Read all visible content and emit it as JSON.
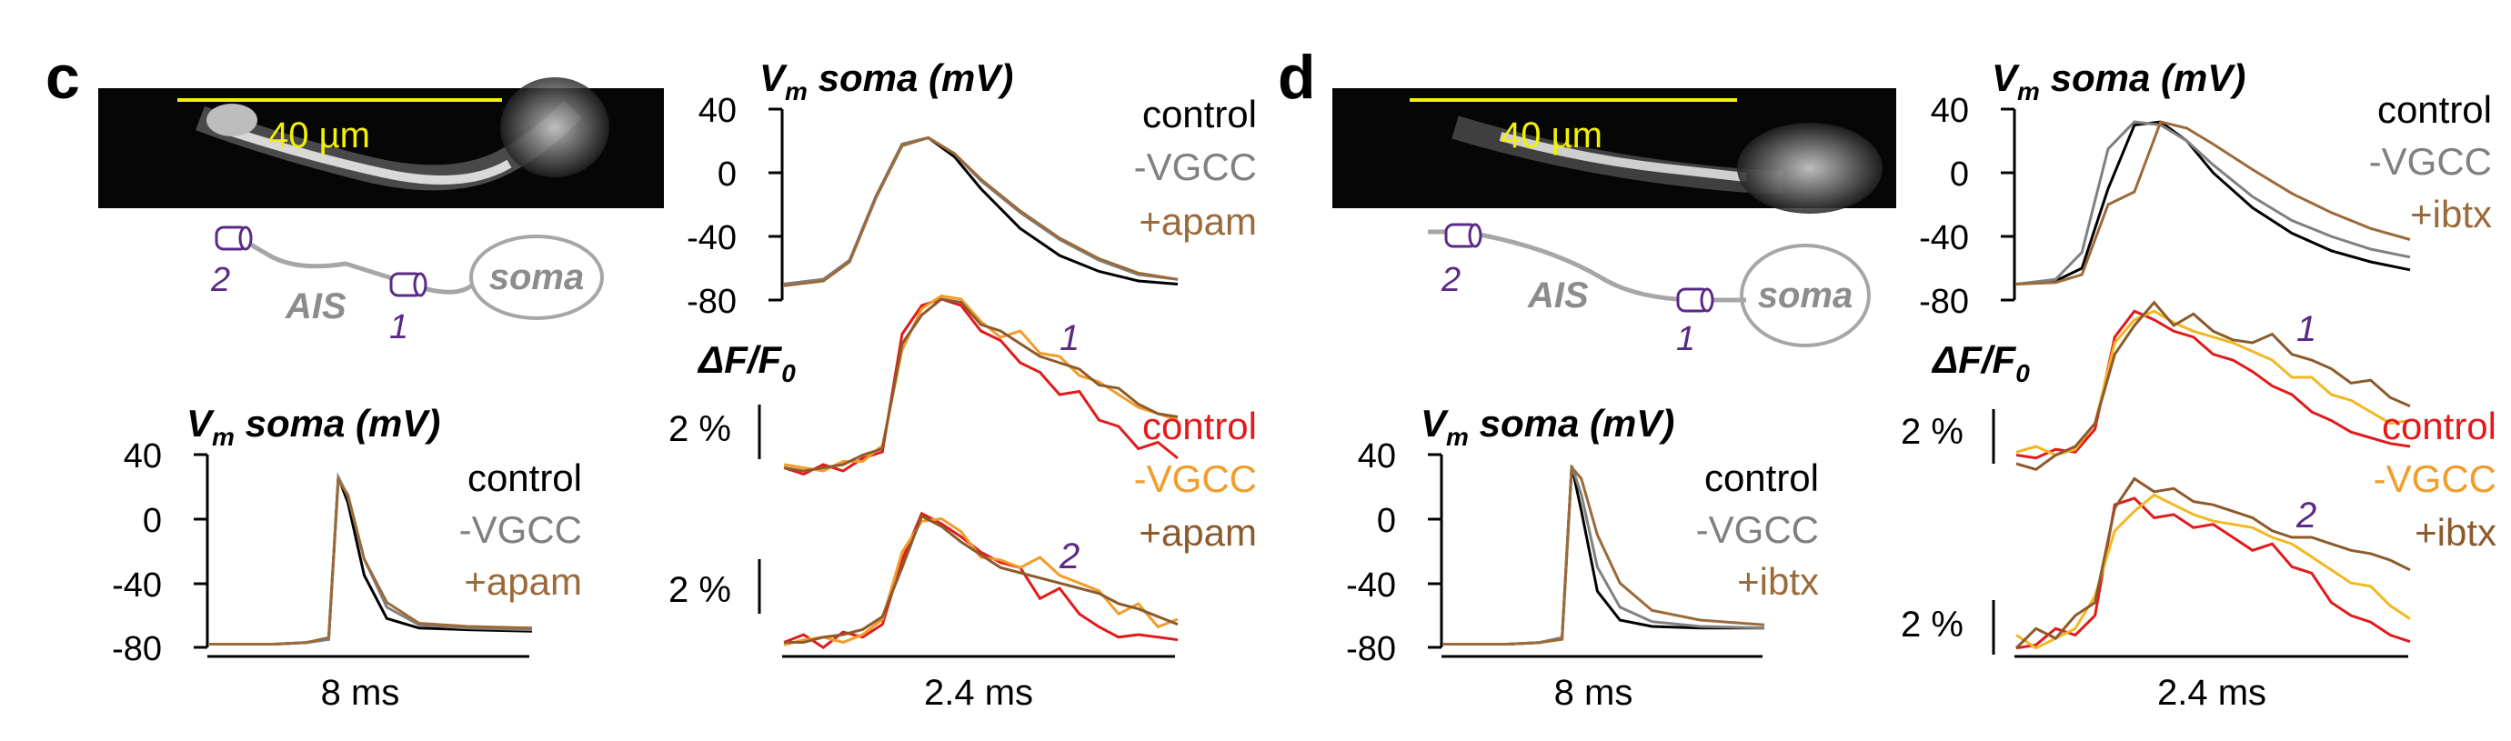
{
  "panels": [
    {
      "letter": "c",
      "scale_label": "40 µm",
      "schematic": {
        "soma": "soma",
        "ais": "AIS",
        "site1": "1",
        "site2": "2"
      },
      "vm_axis_title": "V",
      "vm_axis_sub": "m",
      "vm_axis_rest": " soma (mV)",
      "df_title": "ΔF/F",
      "df_sub": "0",
      "y_ticks": [
        "40",
        "0",
        "-40",
        "-80"
      ],
      "df_scale": "2 %",
      "time_bar_long": "8 ms",
      "time_bar_short": "2.4 ms",
      "legend": [
        "control",
        "-VGCC",
        "+apam"
      ],
      "legend_df": [
        "control",
        "-VGCC",
        "+apam"
      ]
    },
    {
      "letter": "d",
      "scale_label": "40 µm",
      "schematic": {
        "soma": "soma",
        "ais": "AIS",
        "site1": "1",
        "site2": "2"
      },
      "vm_axis_title": "V",
      "vm_axis_sub": "m",
      "vm_axis_rest": " soma (mV)",
      "df_title": "ΔF/F",
      "df_sub": "0",
      "y_ticks": [
        "40",
        "0",
        "-40",
        "-80"
      ],
      "df_scale": "2 %",
      "time_bar_long": "8 ms",
      "time_bar_short": "2.4 ms",
      "legend": [
        "control",
        "-VGCC",
        "+ibtx"
      ],
      "legend_df": [
        "control",
        "-VGCC",
        "+ibtx"
      ]
    }
  ],
  "colors": {
    "control_vm": "#000000",
    "vgcc_vm": "#808080",
    "drug_vm": "#9b6a3a",
    "control_df": "#e31a1c",
    "vgcc_df_c": "#f39c2a",
    "vgcc_df_d": "#f2b824",
    "drug_df": "#8c5a2b",
    "site": "#5b2a86",
    "scale": "#f2f200",
    "schematic": "#a6a6a6"
  },
  "chart_data": [
    {
      "type": "line",
      "id": "c_vm_long",
      "ylabel": "Vm soma (mV)",
      "ylim": [
        -80,
        40
      ],
      "x": [
        0,
        1,
        2,
        3,
        3.7,
        4,
        4.3,
        4.8,
        5.5,
        6.5,
        8,
        10
      ],
      "series": [
        {
          "name": "control",
          "values": [
            -78,
            -78,
            -78,
            -77,
            -75,
            26,
            10,
            -35,
            -62,
            -68,
            -69,
            -70
          ]
        },
        {
          "name": "-VGCC",
          "values": [
            -78,
            -78,
            -78,
            -77,
            -75,
            26,
            14,
            -25,
            -55,
            -66,
            -68,
            -69
          ]
        },
        {
          "name": "+apam",
          "values": [
            -78,
            -78,
            -78,
            -77,
            -74,
            24,
            15,
            -25,
            -52,
            -65,
            -67,
            -68
          ]
        }
      ]
    },
    {
      "type": "line",
      "id": "c_vm_short",
      "ylabel": "Vm soma (mV)",
      "ylim": [
        -80,
        40
      ],
      "x": [
        0,
        0.3,
        0.5,
        0.7,
        0.9,
        1.1,
        1.3,
        1.5,
        1.8,
        2.1,
        2.4,
        2.7,
        3.0
      ],
      "series": [
        {
          "name": "control",
          "values": [
            -70,
            -67,
            -55,
            -15,
            18,
            22,
            10,
            -10,
            -35,
            -52,
            -62,
            -68,
            -70
          ]
        },
        {
          "name": "-VGCC",
          "values": [
            -70,
            -67,
            -55,
            -15,
            18,
            22,
            12,
            -5,
            -25,
            -42,
            -55,
            -64,
            -67
          ]
        },
        {
          "name": "+apam",
          "values": [
            -71,
            -68,
            -56,
            -16,
            17,
            22,
            12,
            -4,
            -24,
            -41,
            -54,
            -63,
            -67
          ]
        }
      ]
    },
    {
      "type": "line",
      "id": "c_df_site1",
      "ylabel": "ΔF/F0 (%)",
      "ylim": [
        0,
        6
      ],
      "x": [
        0,
        0.15,
        0.3,
        0.45,
        0.6,
        0.75,
        0.9,
        1.05,
        1.2,
        1.35,
        1.5,
        1.65,
        1.8,
        1.95,
        2.1,
        2.25,
        2.4,
        2.55,
        2.7,
        2.85,
        3.0
      ],
      "series": [
        {
          "name": "control",
          "values": [
            0.3,
            0.1,
            0.4,
            0.2,
            0.6,
            0.8,
            4.5,
            5.4,
            5.6,
            5.4,
            4.6,
            4.3,
            3.6,
            3.3,
            2.6,
            2.7,
            1.8,
            1.6,
            0.9,
            1.1,
            0.6
          ]
        },
        {
          "name": "-VGCC",
          "values": [
            0.4,
            0.3,
            0.2,
            0.5,
            0.5,
            1.0,
            4.0,
            5.3,
            5.7,
            5.6,
            4.9,
            4.4,
            4.6,
            3.9,
            3.8,
            3.2,
            3.0,
            2.6,
            2.2,
            2.0,
            1.8
          ]
        },
        {
          "name": "+apam",
          "values": [
            0.3,
            0.2,
            0.3,
            0.4,
            0.7,
            0.9,
            4.2,
            5.1,
            5.6,
            5.5,
            4.8,
            4.6,
            4.2,
            3.8,
            3.6,
            3.4,
            2.9,
            2.8,
            2.3,
            2.0,
            1.9
          ]
        }
      ]
    },
    {
      "type": "line",
      "id": "c_df_site2",
      "ylabel": "ΔF/F0 (%)",
      "ylim": [
        0,
        6
      ],
      "x": [
        0,
        0.15,
        0.3,
        0.45,
        0.6,
        0.75,
        0.9,
        1.05,
        1.2,
        1.35,
        1.5,
        1.65,
        1.8,
        1.95,
        2.1,
        2.25,
        2.4,
        2.55,
        2.7,
        2.85,
        3.0
      ],
      "series": [
        {
          "name": "control",
          "values": [
            0.3,
            0.6,
            0.1,
            0.7,
            0.5,
            1.0,
            3.5,
            5.3,
            4.9,
            4.4,
            3.8,
            3.4,
            3.2,
            2.0,
            2.4,
            1.4,
            0.9,
            0.5,
            0.6,
            0.5,
            0.4
          ]
        },
        {
          "name": "-VGCC",
          "values": [
            0.2,
            0.4,
            0.5,
            0.3,
            0.6,
            1.2,
            3.8,
            5.0,
            5.1,
            4.6,
            3.6,
            3.5,
            3.2,
            3.6,
            2.9,
            2.6,
            2.3,
            1.4,
            1.8,
            0.9,
            1.2
          ]
        },
        {
          "name": "+apam",
          "values": [
            0.3,
            0.3,
            0.5,
            0.6,
            0.8,
            1.3,
            3.2,
            5.2,
            4.8,
            4.2,
            3.7,
            3.2,
            3.0,
            2.8,
            2.6,
            2.4,
            2.2,
            1.8,
            1.6,
            1.3,
            1.0
          ]
        }
      ]
    },
    {
      "type": "line",
      "id": "d_vm_long",
      "ylabel": "Vm soma (mV)",
      "ylim": [
        -80,
        40
      ],
      "x": [
        0,
        1,
        2,
        3,
        3.7,
        4,
        4.3,
        4.8,
        5.5,
        6.5,
        8,
        10
      ],
      "series": [
        {
          "name": "control",
          "values": [
            -78,
            -78,
            -78,
            -77,
            -74,
            33,
            5,
            -45,
            -63,
            -67,
            -68,
            -68
          ]
        },
        {
          "name": "-VGCC",
          "values": [
            -78,
            -78,
            -78,
            -77,
            -74,
            33,
            15,
            -30,
            -55,
            -64,
            -67,
            -68
          ]
        },
        {
          "name": "+ibtx",
          "values": [
            -78,
            -78,
            -78,
            -77,
            -75,
            32,
            25,
            -10,
            -40,
            -57,
            -63,
            -66
          ]
        }
      ]
    },
    {
      "type": "line",
      "id": "d_vm_short",
      "ylabel": "Vm soma (mV)",
      "ylim": [
        -80,
        40
      ],
      "x": [
        0,
        0.3,
        0.5,
        0.7,
        0.9,
        1.1,
        1.3,
        1.5,
        1.8,
        2.1,
        2.4,
        2.7,
        3.0
      ],
      "series": [
        {
          "name": "control",
          "values": [
            -70,
            -68,
            -60,
            -10,
            30,
            32,
            20,
            0,
            -22,
            -38,
            -49,
            -56,
            -61
          ]
        },
        {
          "name": "-VGCC",
          "values": [
            -70,
            -67,
            -50,
            15,
            32,
            30,
            20,
            5,
            -15,
            -30,
            -40,
            -48,
            -53
          ]
        },
        {
          "name": "+ibtx",
          "values": [
            -70,
            -69,
            -64,
            -20,
            -12,
            32,
            28,
            18,
            2,
            -13,
            -25,
            -35,
            -42
          ]
        }
      ]
    },
    {
      "type": "line",
      "id": "d_df_site1",
      "ylabel": "ΔF/F0 (%)",
      "ylim": [
        0,
        6
      ],
      "x": [
        0,
        0.15,
        0.3,
        0.45,
        0.6,
        0.75,
        0.9,
        1.05,
        1.2,
        1.35,
        1.5,
        1.65,
        1.8,
        1.95,
        2.1,
        2.25,
        2.4,
        2.55,
        2.7,
        2.85,
        3.0
      ],
      "series": [
        {
          "name": "control",
          "values": [
            0.3,
            0.2,
            0.5,
            0.4,
            1.2,
            4.4,
            5.3,
            5.0,
            4.6,
            4.4,
            3.8,
            3.6,
            3.2,
            2.7,
            2.4,
            1.8,
            1.5,
            1.1,
            0.9,
            0.7,
            0.6
          ]
        },
        {
          "name": "-VGCC",
          "values": [
            0.4,
            0.6,
            0.3,
            0.5,
            1.4,
            4.2,
            5.0,
            5.3,
            4.9,
            4.6,
            4.4,
            4.2,
            3.9,
            3.6,
            3.0,
            3.0,
            2.4,
            2.2,
            1.8,
            1.4,
            1.5
          ]
        },
        {
          "name": "+ibtx",
          "values": [
            0.0,
            -0.2,
            0.3,
            0.6,
            1.4,
            3.8,
            4.8,
            5.6,
            4.8,
            5.2,
            4.6,
            4.3,
            4.2,
            4.5,
            3.8,
            3.6,
            3.3,
            2.8,
            2.9,
            2.3,
            2.0
          ]
        }
      ]
    },
    {
      "type": "line",
      "id": "d_df_site2",
      "ylabel": "ΔF/F0 (%)",
      "ylim": [
        0,
        6
      ],
      "x": [
        0,
        0.15,
        0.3,
        0.45,
        0.6,
        0.75,
        0.9,
        1.05,
        1.2,
        1.35,
        1.5,
        1.65,
        1.8,
        1.95,
        2.1,
        2.25,
        2.4,
        2.55,
        2.7,
        2.85,
        3.0
      ],
      "series": [
        {
          "name": "control",
          "values": [
            0.2,
            0.3,
            0.8,
            0.6,
            1.2,
            4.6,
            4.8,
            4.2,
            4.3,
            3.9,
            4.0,
            3.6,
            3.2,
            3.4,
            2.7,
            2.5,
            1.6,
            1.2,
            1.0,
            0.6,
            0.4
          ]
        },
        {
          "name": "-VGCC",
          "values": [
            0.6,
            0.2,
            0.5,
            0.8,
            1.8,
            3.8,
            4.4,
            4.9,
            4.6,
            4.3,
            4.1,
            4.0,
            3.9,
            3.6,
            3.4,
            3.0,
            2.6,
            2.2,
            2.1,
            1.5,
            1.1
          ]
        },
        {
          "name": "+ibtx",
          "values": [
            0.2,
            0.8,
            0.5,
            1.2,
            1.6,
            4.5,
            5.4,
            5.0,
            5.1,
            4.7,
            4.6,
            4.4,
            4.2,
            3.8,
            3.6,
            3.6,
            3.4,
            3.2,
            3.1,
            2.9,
            2.6
          ]
        }
      ]
    }
  ]
}
